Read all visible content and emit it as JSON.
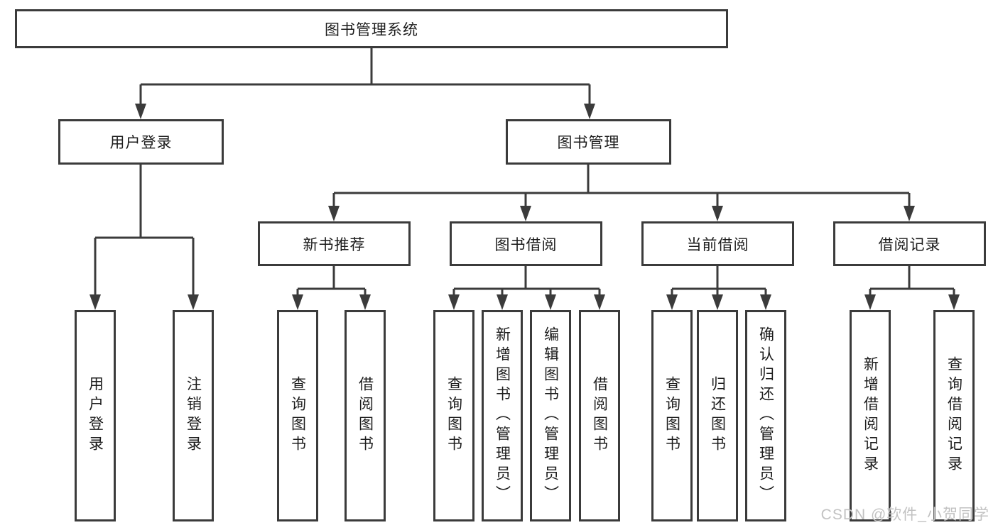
{
  "diagram_title": "图书管理系统",
  "tree": {
    "root": {
      "label": "图书管理系统"
    },
    "branches": [
      {
        "label": "用户登录",
        "children": [
          {
            "label": "用户登录"
          },
          {
            "label": "注销登录"
          }
        ]
      },
      {
        "label": "图书管理",
        "children": [
          {
            "label": "新书推荐",
            "children": [
              {
                "label": "查询图书"
              },
              {
                "label": "借阅图书"
              }
            ]
          },
          {
            "label": "图书借阅",
            "children": [
              {
                "label": "查询图书"
              },
              {
                "label": "新增图书（管理员）"
              },
              {
                "label": "编辑图书（管理员）"
              },
              {
                "label": "借阅图书"
              }
            ]
          },
          {
            "label": "当前借阅",
            "children": [
              {
                "label": "查询图书"
              },
              {
                "label": "归还图书"
              },
              {
                "label": "确认归还（管理员）"
              }
            ]
          },
          {
            "label": "借阅记录",
            "children": [
              {
                "label": "新增借阅记录"
              },
              {
                "label": "查询借阅记录"
              }
            ]
          }
        ]
      }
    ]
  },
  "watermark": "CSDN @软件_小贺同学",
  "colors": {
    "line": "#3b3b3b",
    "text": "#1c1c1c",
    "background": "#ffffff",
    "watermark": "#c2c2c2"
  }
}
